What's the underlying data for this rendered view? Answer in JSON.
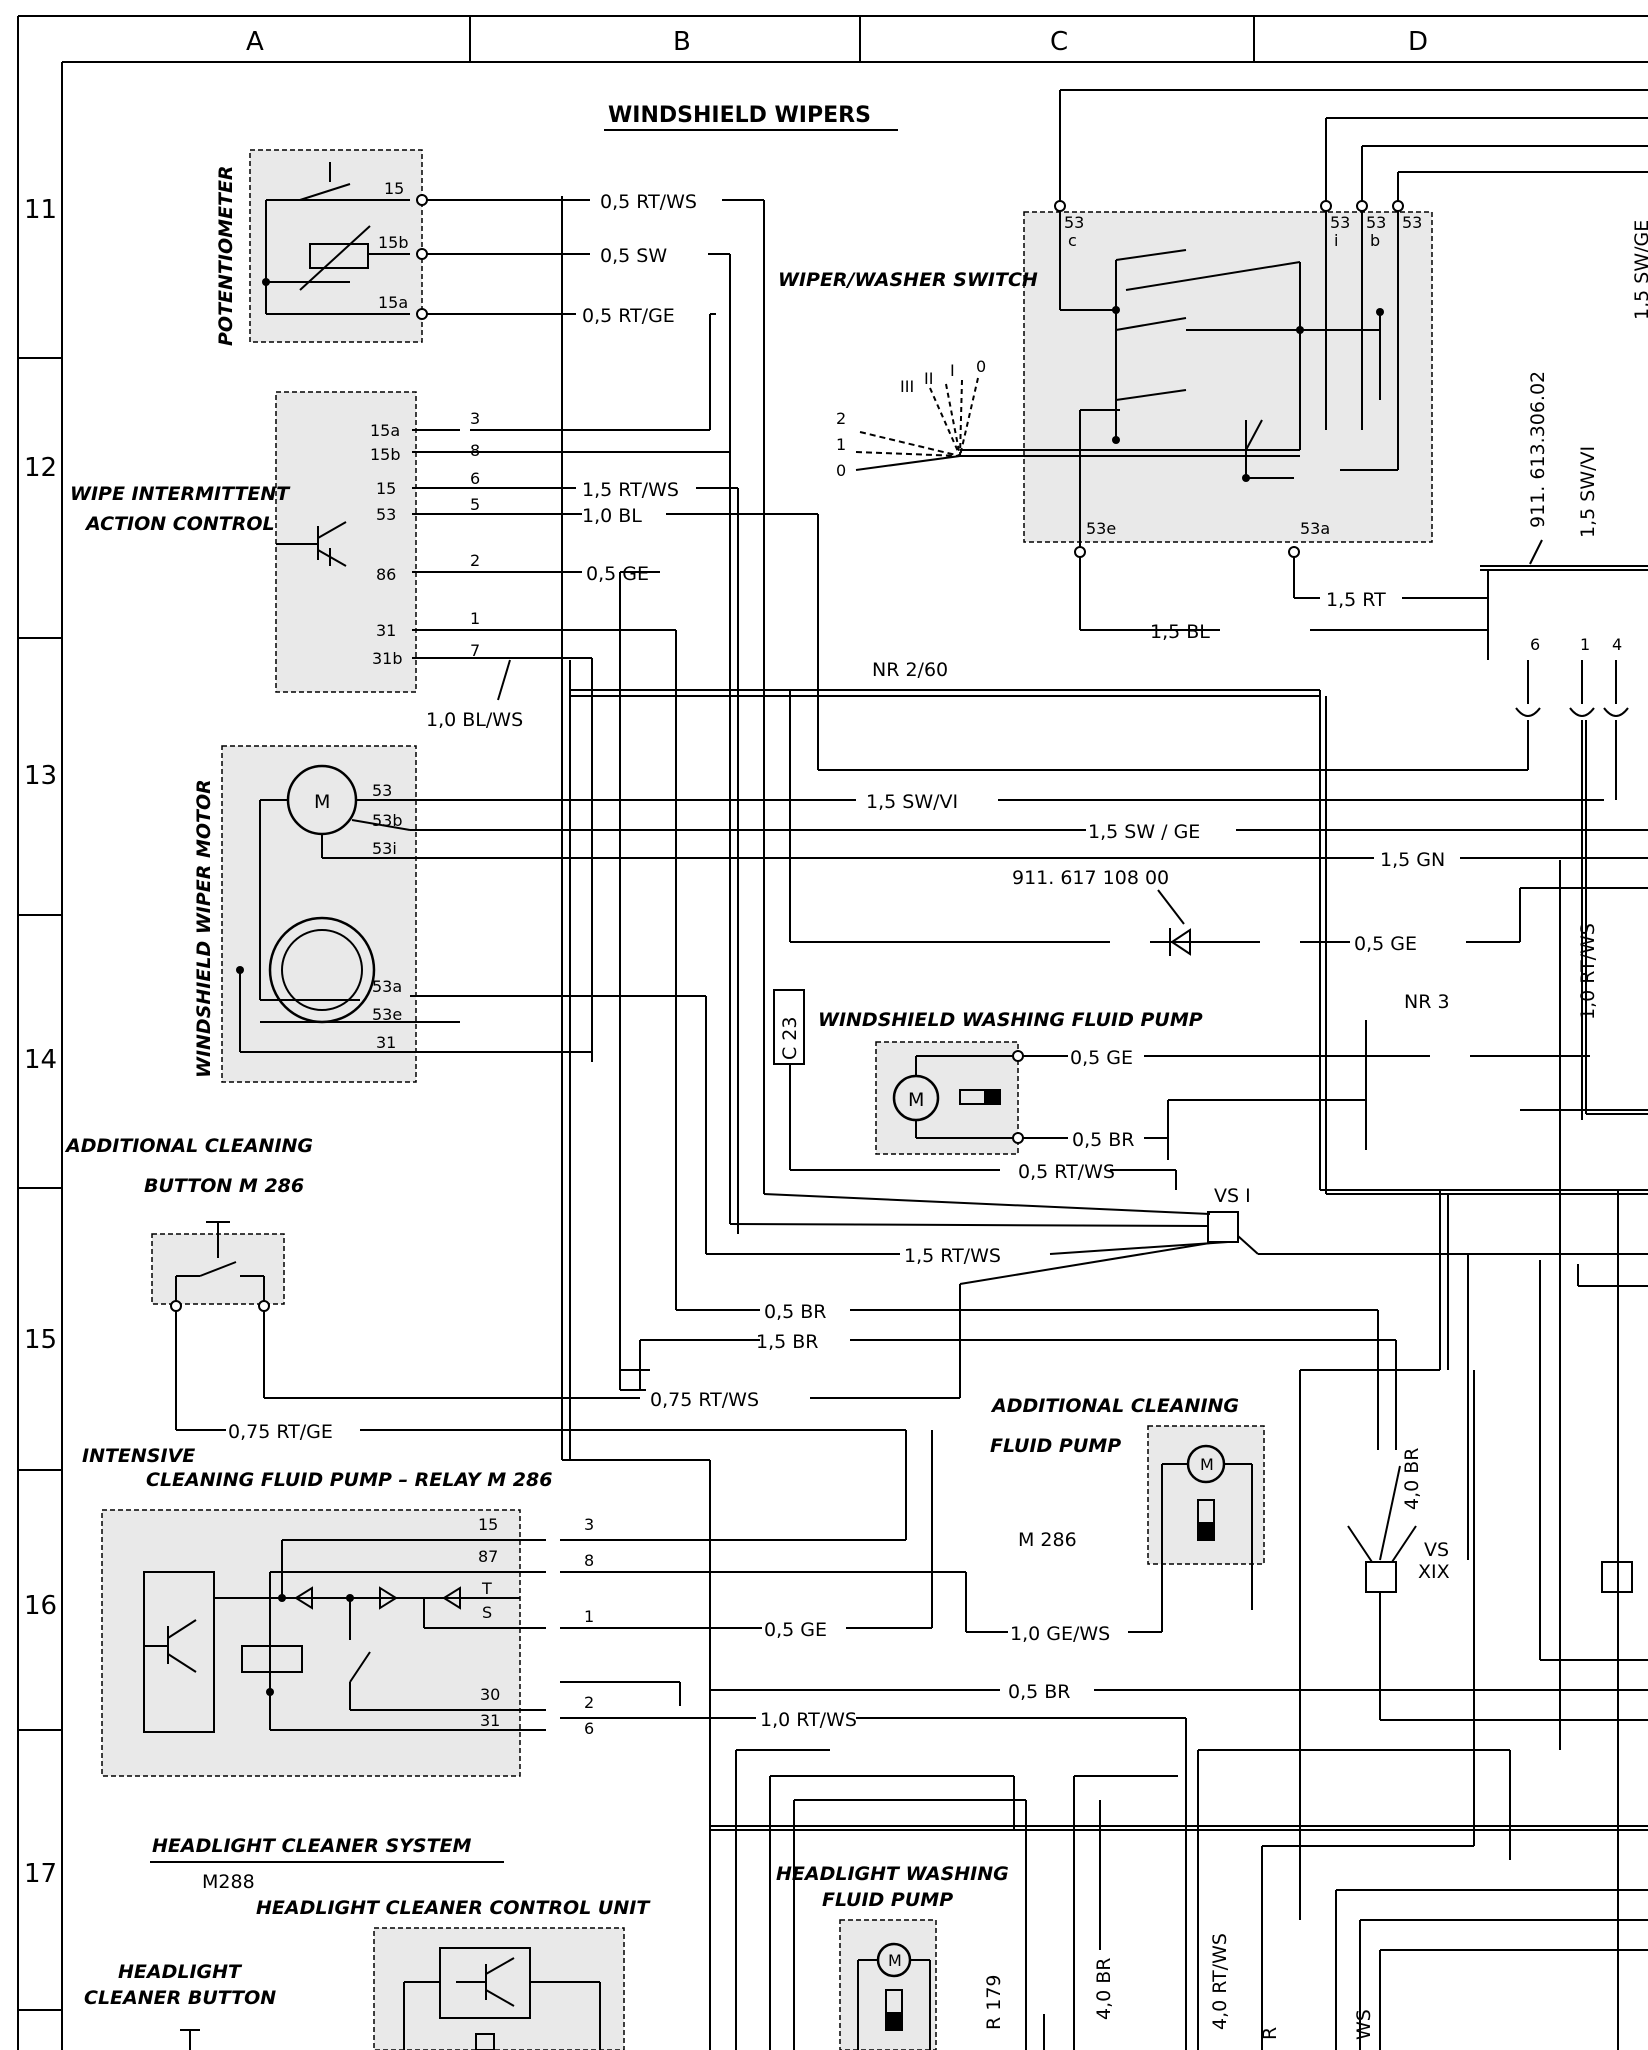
{
  "title": "WINDSHIELD WIPERS",
  "columns": [
    "A",
    "B",
    "C",
    "D"
  ],
  "rows": [
    "11",
    "12",
    "13",
    "14",
    "15",
    "16",
    "17"
  ],
  "components": {
    "potentiometer": "POTENTIOMETER",
    "wipe_control_1": "WIPE INTERMITTENT",
    "wipe_control_2": "ACTION CONTROL",
    "wiper_motor": "WINDSHIELD WIPER MOTOR",
    "wiper_switch": "WIPER/WASHER SWITCH",
    "washing_pump": "WINDSHIELD WASHING FLUID PUMP",
    "c23": "C 23",
    "add_button_1": "ADDITIONAL CLEANING",
    "add_button_2": "BUTTON  M 286",
    "intensive_1": "INTENSIVE",
    "intensive_2": "CLEANING FLUID PUMP – RELAY  M 286",
    "add_pump_1": "ADDITIONAL CLEANING",
    "add_pump_2": "FLUID PUMP",
    "add_pump_m": "M 286",
    "hl_system": "HEADLIGHT CLEANER SYSTEM",
    "hl_m288": "M288",
    "hl_control": "HEADLIGHT CLEANER CONTROL UNIT",
    "hl_button_1": "HEADLIGHT",
    "hl_button_2": "CLEANER BUTTON",
    "hl_pump_1": "HEADLIGHT WASHING",
    "hl_pump_2": "FLUID PUMP",
    "vs1": "VS I",
    "vs19a": "VS",
    "vs19b": "XIX",
    "nr3": "NR 3",
    "nr260": "NR 2/60",
    "part1": "911. 613.306.02",
    "part2": "911. 617 108 00"
  },
  "pins": {
    "pot": [
      "15",
      "15b",
      "15a"
    ],
    "ctrl": [
      "15a",
      "15b",
      "15",
      "53",
      "86",
      "31",
      "31b"
    ],
    "ctrl_conn": [
      "3",
      "8",
      "6",
      "5",
      "2",
      "1",
      "7"
    ],
    "motor": [
      "53",
      "53b",
      "53i",
      "53a",
      "53e",
      "31"
    ],
    "switch_top": [
      "53",
      "c",
      "53",
      "i",
      "53",
      "b",
      "53"
    ],
    "switch_bottom": [
      "53e",
      "53a"
    ],
    "relay": [
      "15",
      "87",
      "T",
      "S",
      "30",
      "31"
    ],
    "relay_conn": [
      "3",
      "8",
      "1",
      "2",
      "6"
    ],
    "plug": [
      "6",
      "1",
      "4"
    ],
    "positions": [
      "2",
      "1",
      "0",
      "III",
      "II",
      "I",
      "0"
    ]
  },
  "wires": {
    "w1": "0,5  RT/WS",
    "w2": "0,5  SW",
    "w3": "0,5  RT/GE",
    "w4": "1,5  RT/WS",
    "w5": "1,0  BL",
    "w6": "0,5  GE",
    "w7": "1,0 BL/WS",
    "w8": "1,5  SW/VI",
    "w9": "1,5  SW / GE",
    "w10": "1,5  GN",
    "w11": "0,5  GE",
    "w12": "1,5  RT",
    "w13": "1,5  BL",
    "w14": "0,5  GE",
    "w15": "0,5  BR",
    "w16": "0,5  RT/WS",
    "w17": "1,5  RT/WS",
    "w18": "0,5  BR",
    "w19": "1,5  BR",
    "w20": "0,75     RT/WS",
    "w21": "0,75  RT/GE",
    "w22": "0,5  GE",
    "w23": "1,0  GE/WS",
    "w24": "0,5  BR",
    "w25": "1,0  RT/WS",
    "w26": "1,5  SW/VI",
    "w27": "1,0  RT/WS",
    "w28": "4,0  BR",
    "w29": "4,0  BR",
    "w30": "4,0  RT/WS",
    "w31": "1,5  SW/GE",
    "w32": "R  179",
    "w33": "R",
    "w34": "WS"
  }
}
